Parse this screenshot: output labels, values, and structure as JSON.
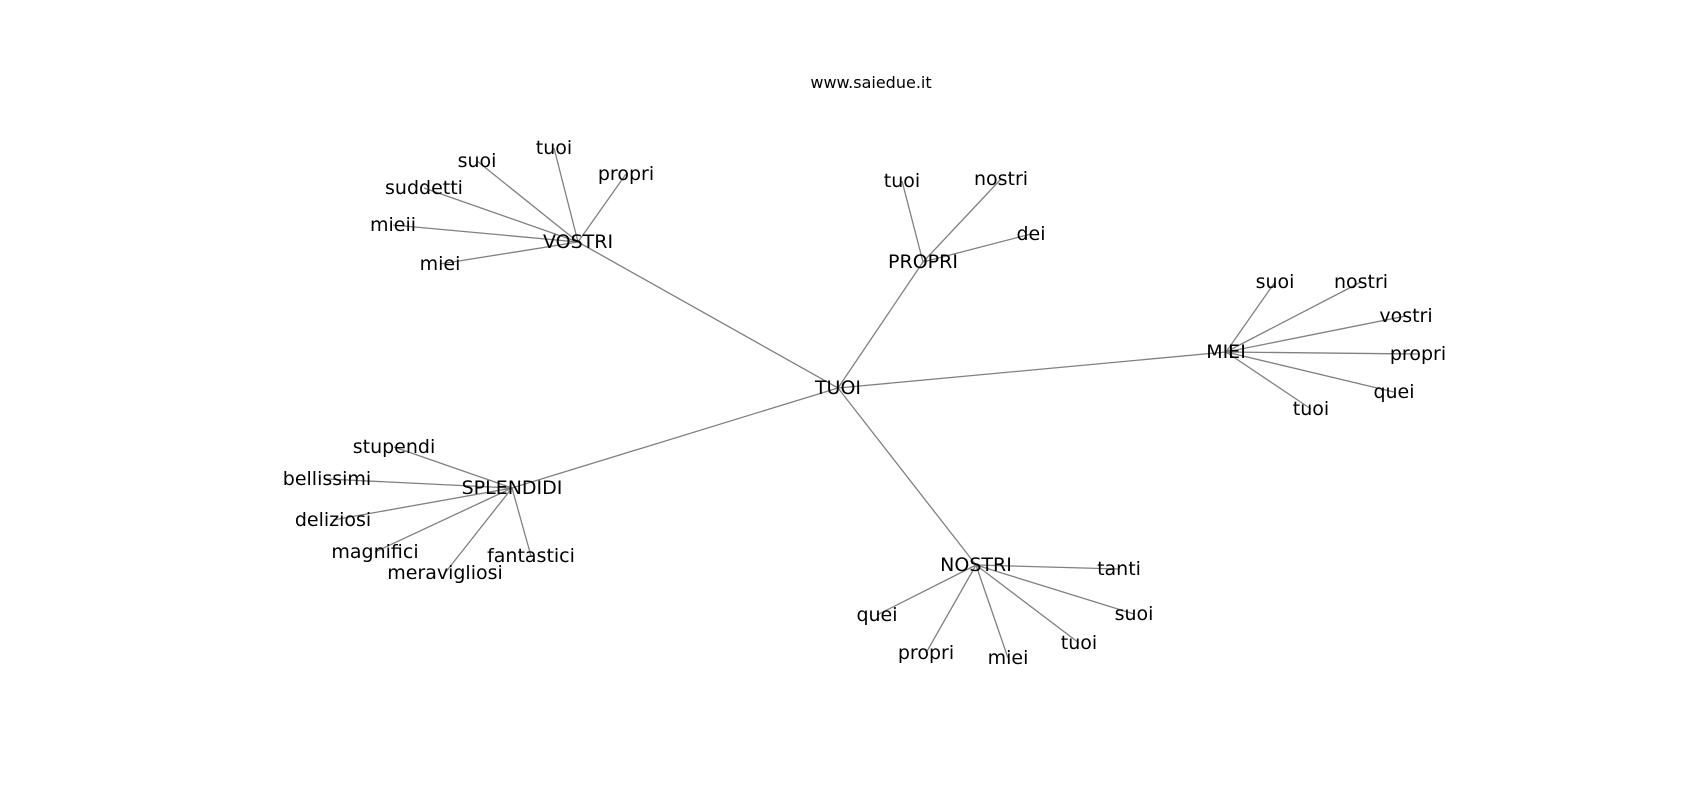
{
  "site_label": "www.saiedue.it",
  "root": "TUOI",
  "branches": [
    {
      "label": "VOSTRI",
      "leaves": [
        "suoi",
        "tuoi",
        "propri",
        "suddetti",
        "mieii",
        "miei"
      ]
    },
    {
      "label": "PROPRI",
      "leaves": [
        "tuoi",
        "nostri",
        "dei"
      ]
    },
    {
      "label": "MIEI",
      "leaves": [
        "suoi",
        "nostri",
        "vostri",
        "propri",
        "quei",
        "tuoi"
      ]
    },
    {
      "label": "SPLENDIDI",
      "leaves": [
        "stupendi",
        "bellissimi",
        "deliziosi",
        "magnifici",
        "meravigliosi",
        "fantastici"
      ]
    },
    {
      "label": "NOSTRI",
      "leaves": [
        "tanti",
        "suoi",
        "tuoi",
        "miei",
        "propri",
        "quei"
      ]
    }
  ],
  "colors": {
    "edge": "#808080",
    "text": "#000000",
    "background": "#ffffff"
  }
}
